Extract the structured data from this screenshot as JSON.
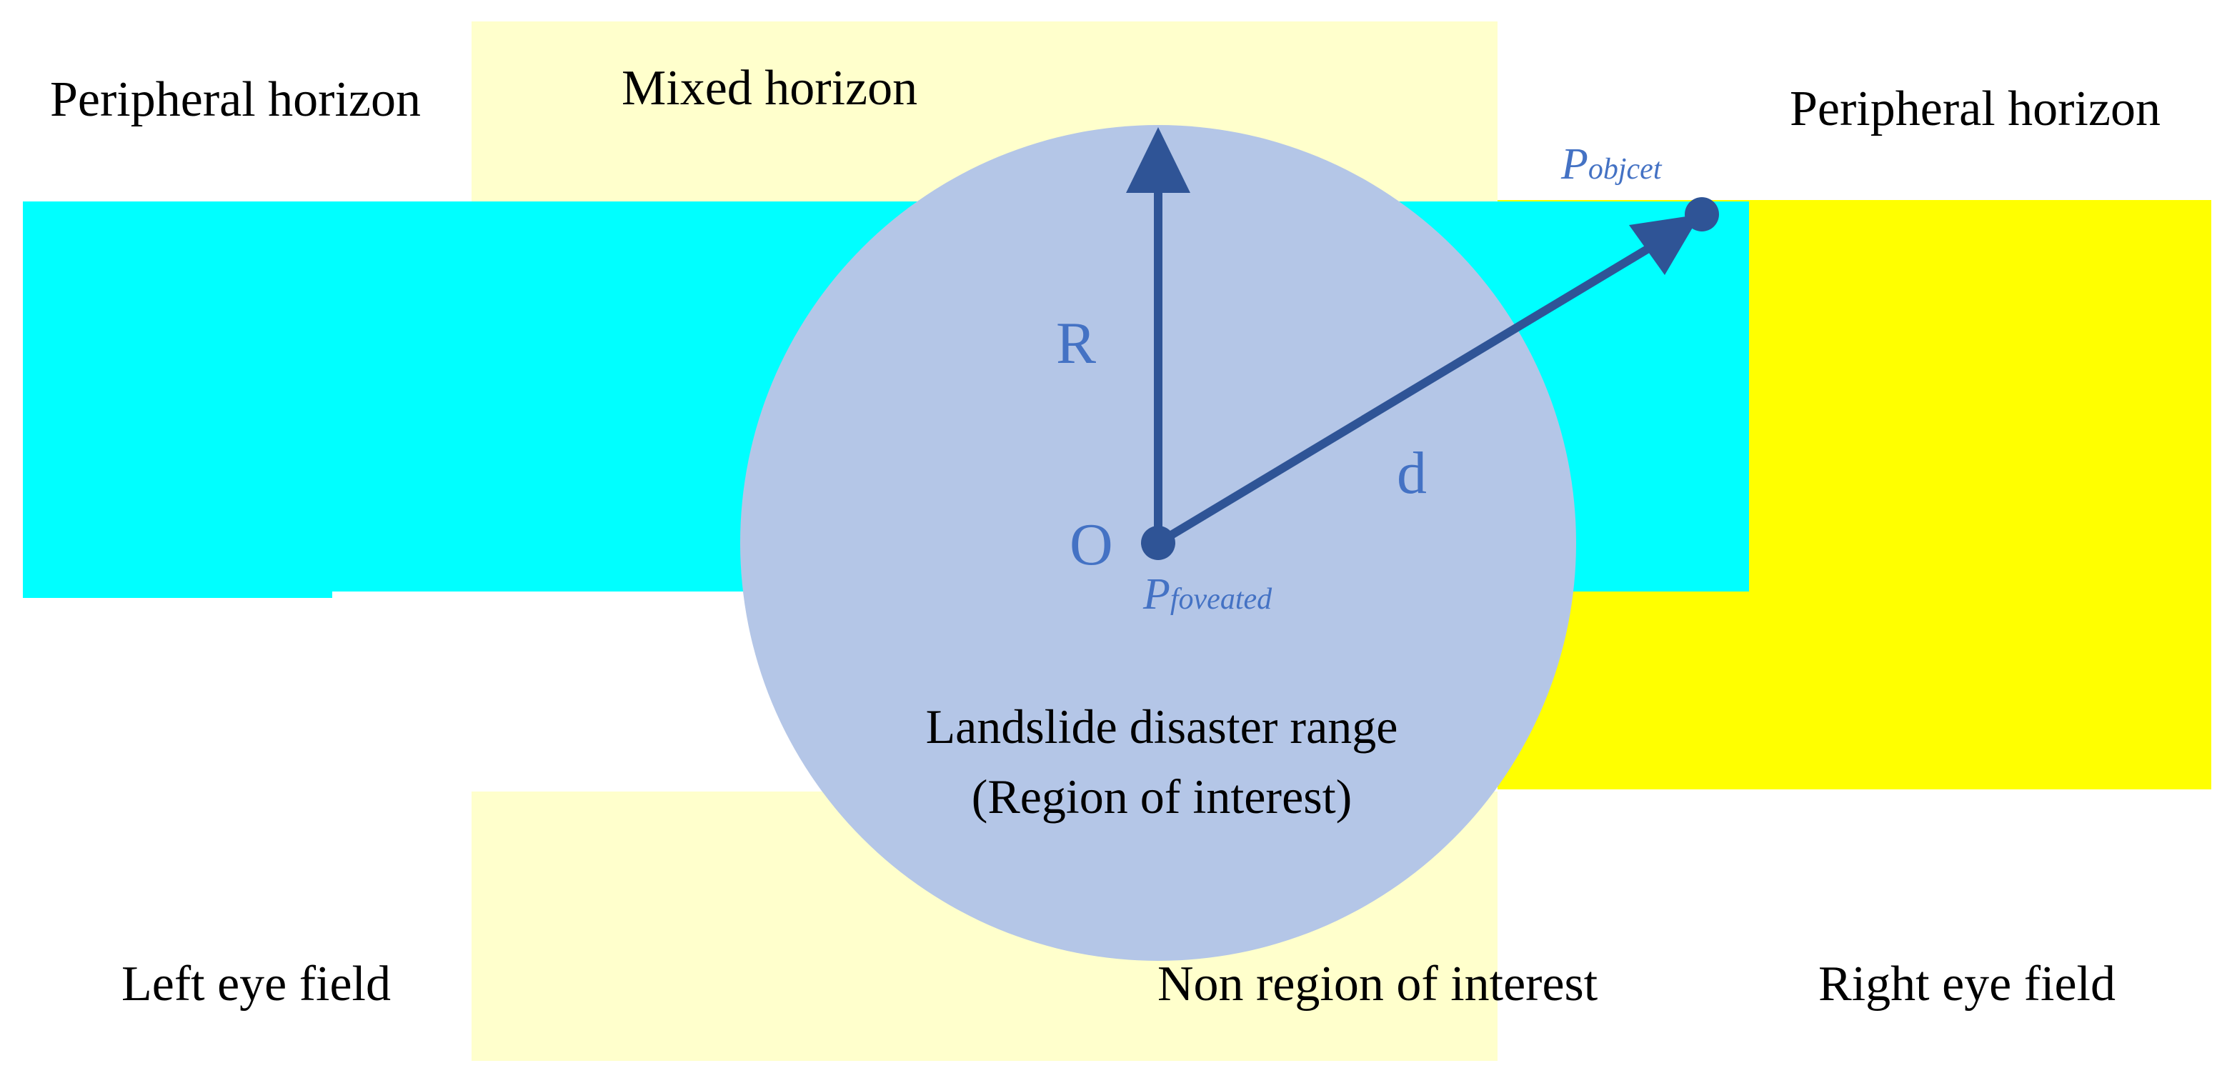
{
  "labels": {
    "peripheral_left": "Peripheral horizon",
    "peripheral_right": "Peripheral horizon",
    "mixed_horizon": "Mixed horizon",
    "left_eye_field": "Left eye field",
    "right_eye_field": "Right eye field",
    "non_roi": "Non region of interest",
    "roi_line1": "Landslide disaster range",
    "roi_line2": "(Region of interest)",
    "radius": "R",
    "distance": "d",
    "origin": "O",
    "p_object_main": "P",
    "p_object_sub": "objcet",
    "p_foveated_main": "P",
    "p_foveated_sub": "foveated"
  },
  "colors": {
    "cyan_band": "#00ffff",
    "yellow_field": "#ffff00",
    "mixed_zone": "#ffffcc",
    "roi_circle": "#b4c6e7",
    "arrow": "#2f5496",
    "math_text": "#4472c4",
    "text": "#000000"
  }
}
